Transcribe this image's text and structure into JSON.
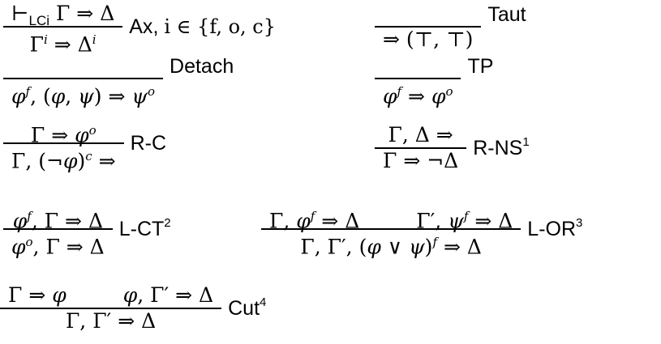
{
  "document": {
    "type": "sequent-calculus-rules",
    "rules": [
      {
        "id": "ax",
        "premise": "⊢LCi Γ ⇒ Δ",
        "conclusion": "Γ^i ⇒ Δ^i",
        "label": "Ax",
        "side_condition": ", i ∈ {f, o, c}"
      },
      {
        "id": "taut",
        "premise": "",
        "conclusion": "⇒ (⊤, ⊤)",
        "label": "Taut"
      },
      {
        "id": "detach",
        "premise": "",
        "conclusion": "φ^f, (φ, ψ) ⇒ ψ^o",
        "label": "Detach"
      },
      {
        "id": "tp",
        "premise": "",
        "conclusion": "φ^f ⇒ φ^o",
        "label": "TP"
      },
      {
        "id": "r-c",
        "premise": "Γ ⇒ φ^o",
        "conclusion": "Γ, (¬φ)^c ⇒",
        "label": "R-C"
      },
      {
        "id": "r-ns",
        "premise": "Γ, Δ ⇒",
        "conclusion": "Γ ⇒ ¬Δ",
        "label": "R-NS",
        "footnote": "1"
      },
      {
        "id": "l-ct",
        "premise": "φ^f, Γ ⇒ Δ",
        "conclusion": "φ^o, Γ ⇒ Δ",
        "label": "L-CT",
        "footnote": "2"
      },
      {
        "id": "l-or",
        "premise_left": "Γ, φ^f ⇒ Δ",
        "premise_right": "Γ′, ψ^f ⇒ Δ",
        "conclusion": "Γ, Γ′, (φ ∨ ψ)^f ⇒ Δ",
        "label": "L-OR",
        "footnote": "3"
      },
      {
        "id": "cut",
        "premise_left": "Γ ⇒ φ",
        "premise_right": "φ, Γ′ ⇒ Δ",
        "conclusion": "Γ, Γ′ ⇒ Δ",
        "label": "Cut",
        "footnote": "4"
      }
    ],
    "labels": {
      "ax": "Ax",
      "ax_cond_prefix": ",",
      "ax_cond": "i ∈ {f, o, c}",
      "taut": "Taut",
      "detach": "Detach",
      "tp": "TP",
      "rc": "R-C",
      "rns": "R-NS",
      "rns_fn": "1",
      "lct": "L-CT",
      "lct_fn": "2",
      "lor": "L-OR",
      "lor_fn": "3",
      "cut": "Cut",
      "cut_fn": "4"
    },
    "symbols": {
      "turnstile": "⊢",
      "lci": "LCi",
      "Gamma": "Γ",
      "Gammap": "Γ′",
      "Delta": "Δ",
      "arrow": "⇒",
      "phi": "φ",
      "psi": "ψ",
      "neg": "¬",
      "or": "∨",
      "top": "⊤",
      "f": "f",
      "o": "o",
      "c": "c",
      "i": "i"
    }
  }
}
